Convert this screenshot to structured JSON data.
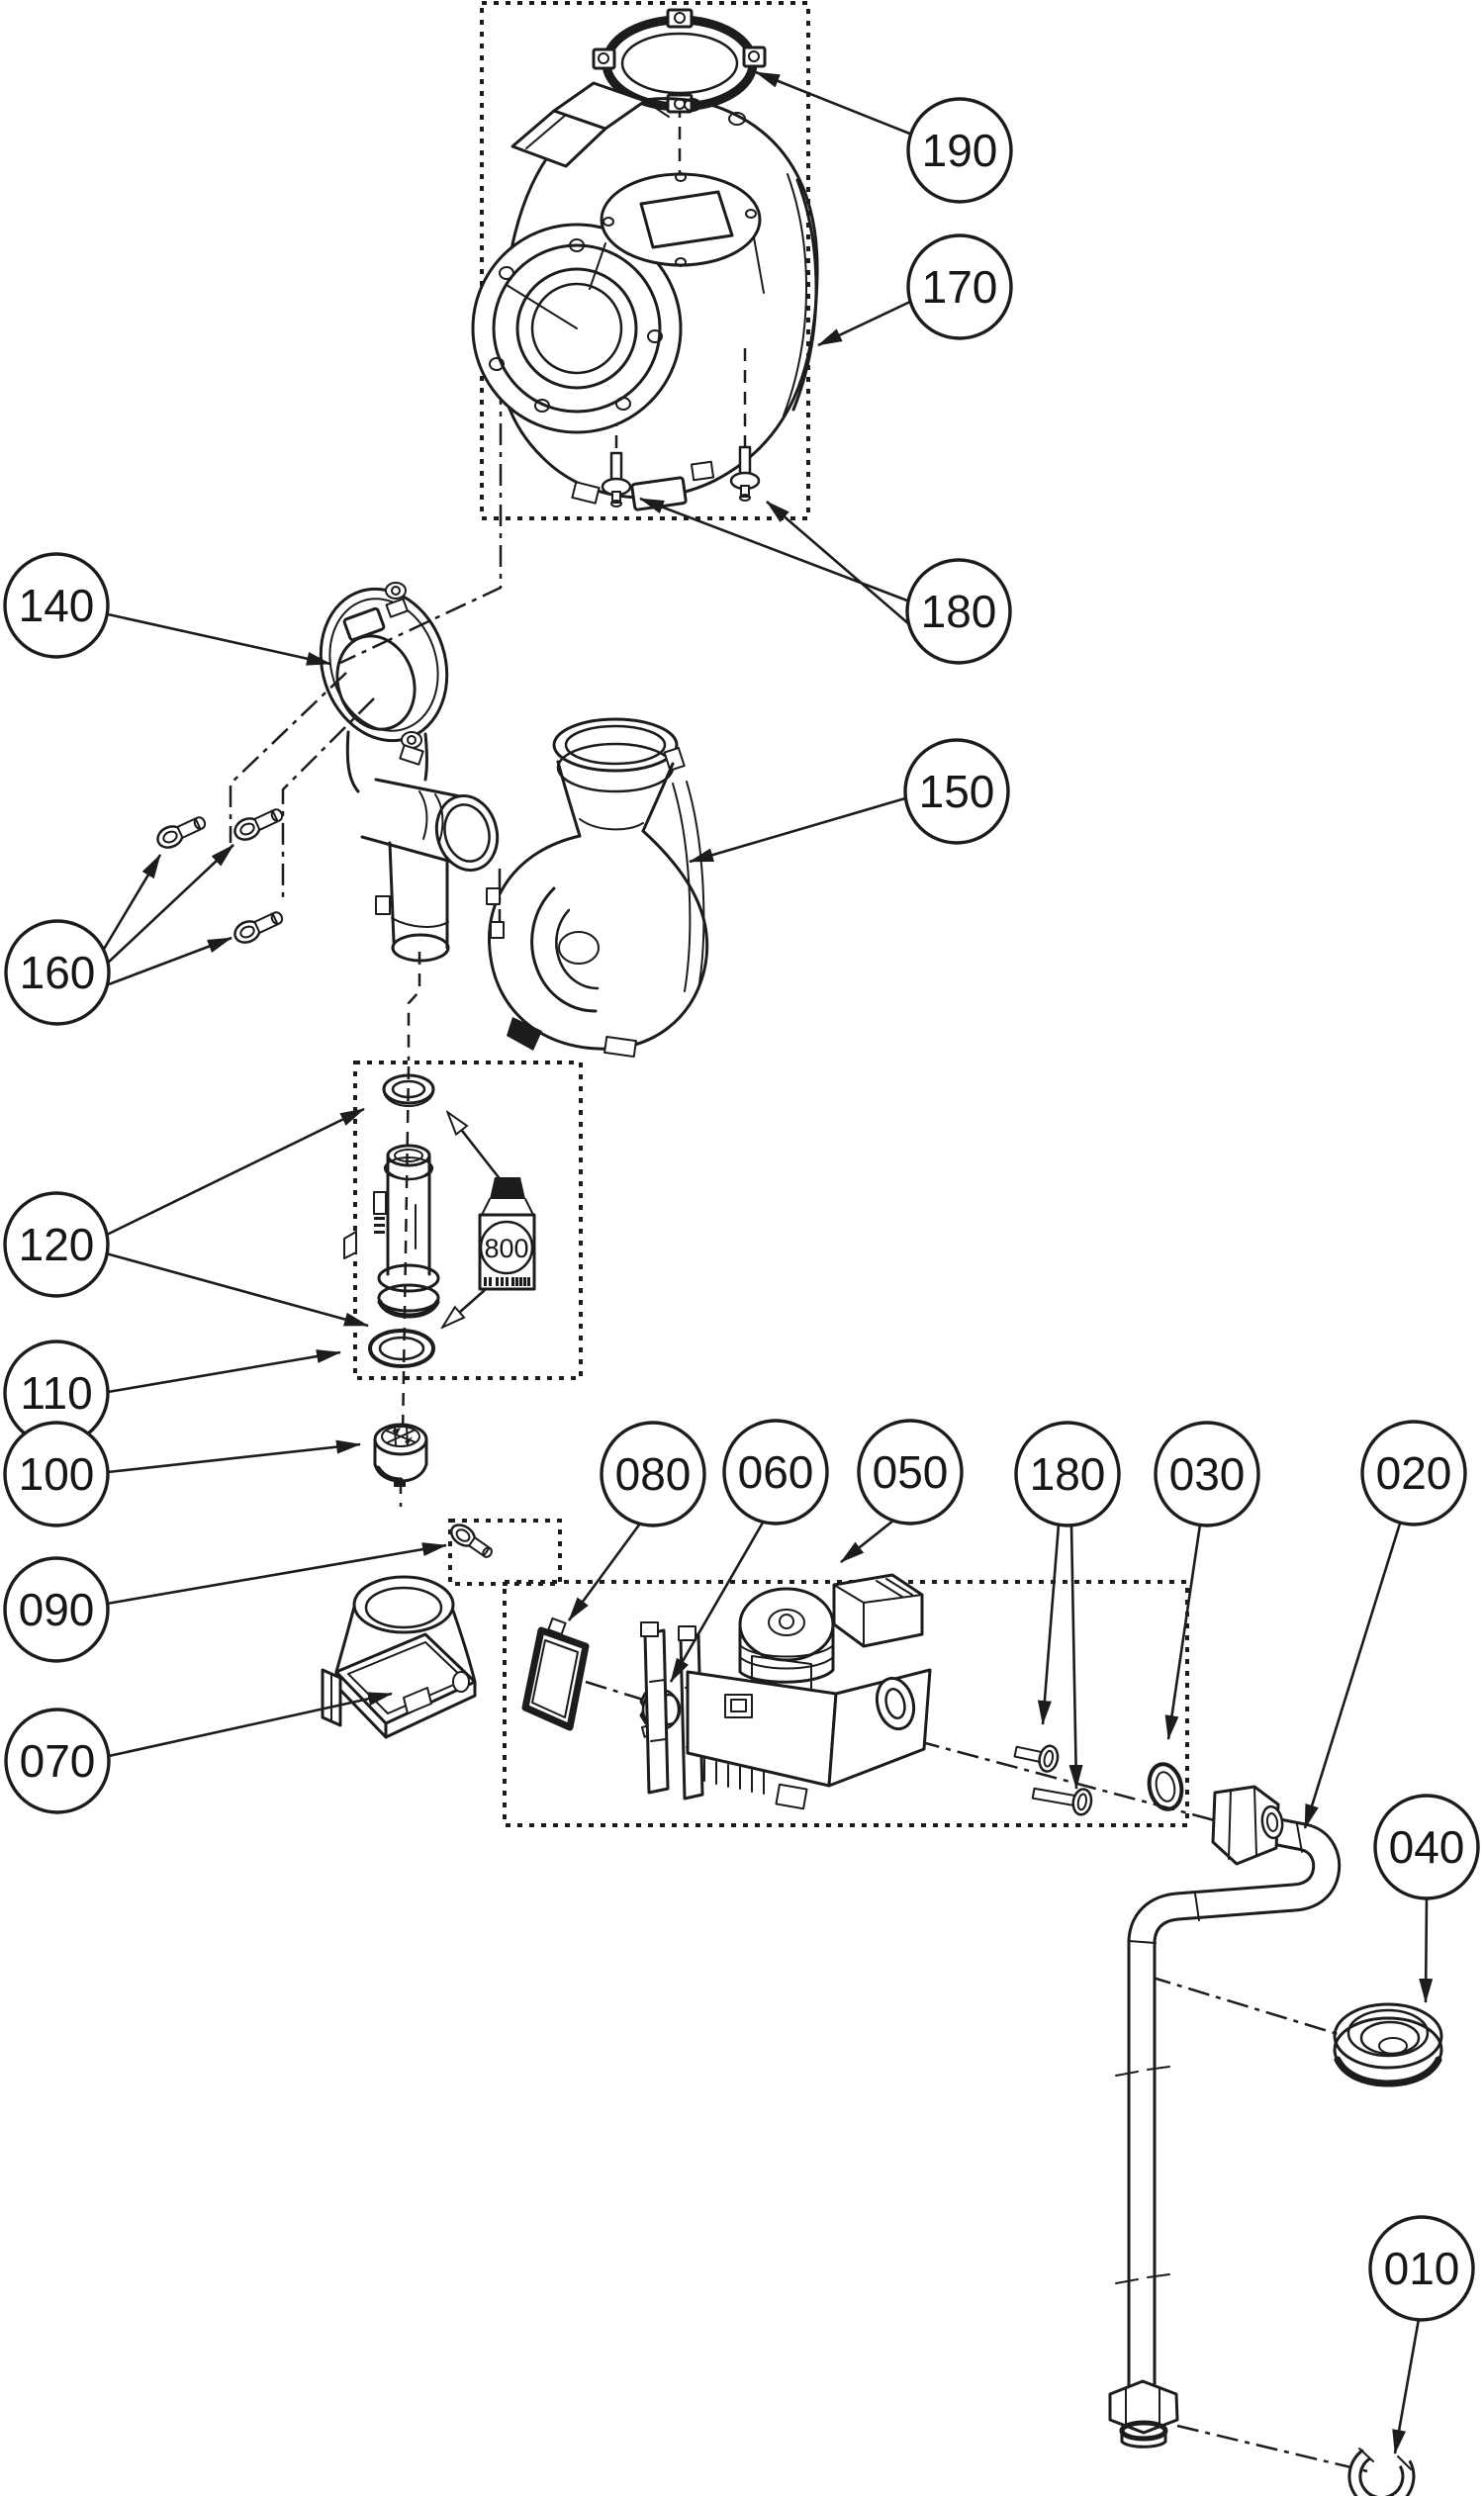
{
  "diagram": {
    "description": "Exploded spare-parts diagram of a boiler fan, venturi and gas valve assembly",
    "background_color": "#ffffff",
    "line_color": "#1c1c1c",
    "callouts": [
      {
        "id": "190",
        "label": "190"
      },
      {
        "id": "170",
        "label": "170"
      },
      {
        "id": "180-top",
        "label": "180"
      },
      {
        "id": "140",
        "label": "140"
      },
      {
        "id": "150",
        "label": "150"
      },
      {
        "id": "160",
        "label": "160"
      },
      {
        "id": "120",
        "label": "120"
      },
      {
        "id": "110",
        "label": "110"
      },
      {
        "id": "100",
        "label": "100"
      },
      {
        "id": "090",
        "label": "090"
      },
      {
        "id": "070",
        "label": "070"
      },
      {
        "id": "080",
        "label": "080"
      },
      {
        "id": "060",
        "label": "060"
      },
      {
        "id": "050",
        "label": "050"
      },
      {
        "id": "180-valve",
        "label": "180"
      },
      {
        "id": "030",
        "label": "030"
      },
      {
        "id": "020",
        "label": "020"
      },
      {
        "id": "040",
        "label": "040"
      },
      {
        "id": "010",
        "label": "010"
      }
    ],
    "tag": {
      "label": "800"
    }
  }
}
